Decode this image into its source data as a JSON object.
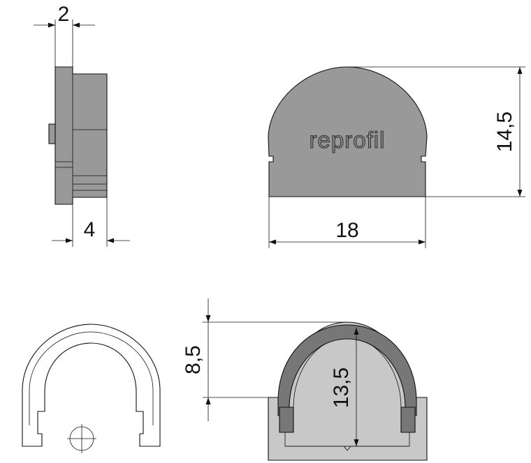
{
  "dimensions": {
    "side_top": "2",
    "side_bottom": "4",
    "front_height": "14,5",
    "front_width": "18",
    "profile_top": "8,5",
    "profile_inner": "13,5"
  },
  "logo": "reprofil",
  "colors": {
    "part_fill": "#999999",
    "profile_dark": "#777777",
    "profile_light": "#c8c8c8",
    "line": "#111111"
  }
}
